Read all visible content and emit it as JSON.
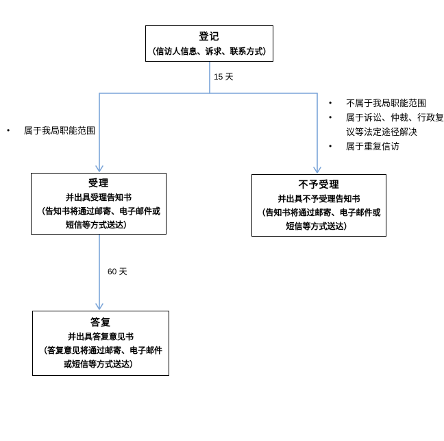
{
  "colors": {
    "connector": "#7aa4d8",
    "box_border": "#000000",
    "text": "#000000",
    "background": "#ffffff"
  },
  "boxes": {
    "register": {
      "title": "登记",
      "lines": [
        "（信访人信息、诉求、联系方式）"
      ]
    },
    "accept": {
      "title": "受理",
      "lines": [
        "并出具受理告知书",
        "（告知书将通过邮寄、电子邮件或",
        "短信等方式送达）"
      ]
    },
    "reject": {
      "title": "不予受理",
      "lines": [
        "并出具不予受理告知书",
        "（告知书将通过邮寄、电子邮件或",
        "短信等方式送达）"
      ]
    },
    "reply": {
      "title": "答复",
      "lines": [
        "并出具答复意见书",
        "（答复意见将通过邮寄、电子邮件",
        "或短信等方式送达）"
      ]
    }
  },
  "edge_labels": {
    "register_to_branch": "15 天",
    "accept_to_reply": "60 天"
  },
  "conditions": {
    "bullet": "•",
    "left": [
      "属于我局职能范围"
    ],
    "right": [
      "不属于我局职能范围",
      "属于诉讼、仲裁、行政复\n议等法定途径解决",
      "属于重复信访"
    ]
  }
}
